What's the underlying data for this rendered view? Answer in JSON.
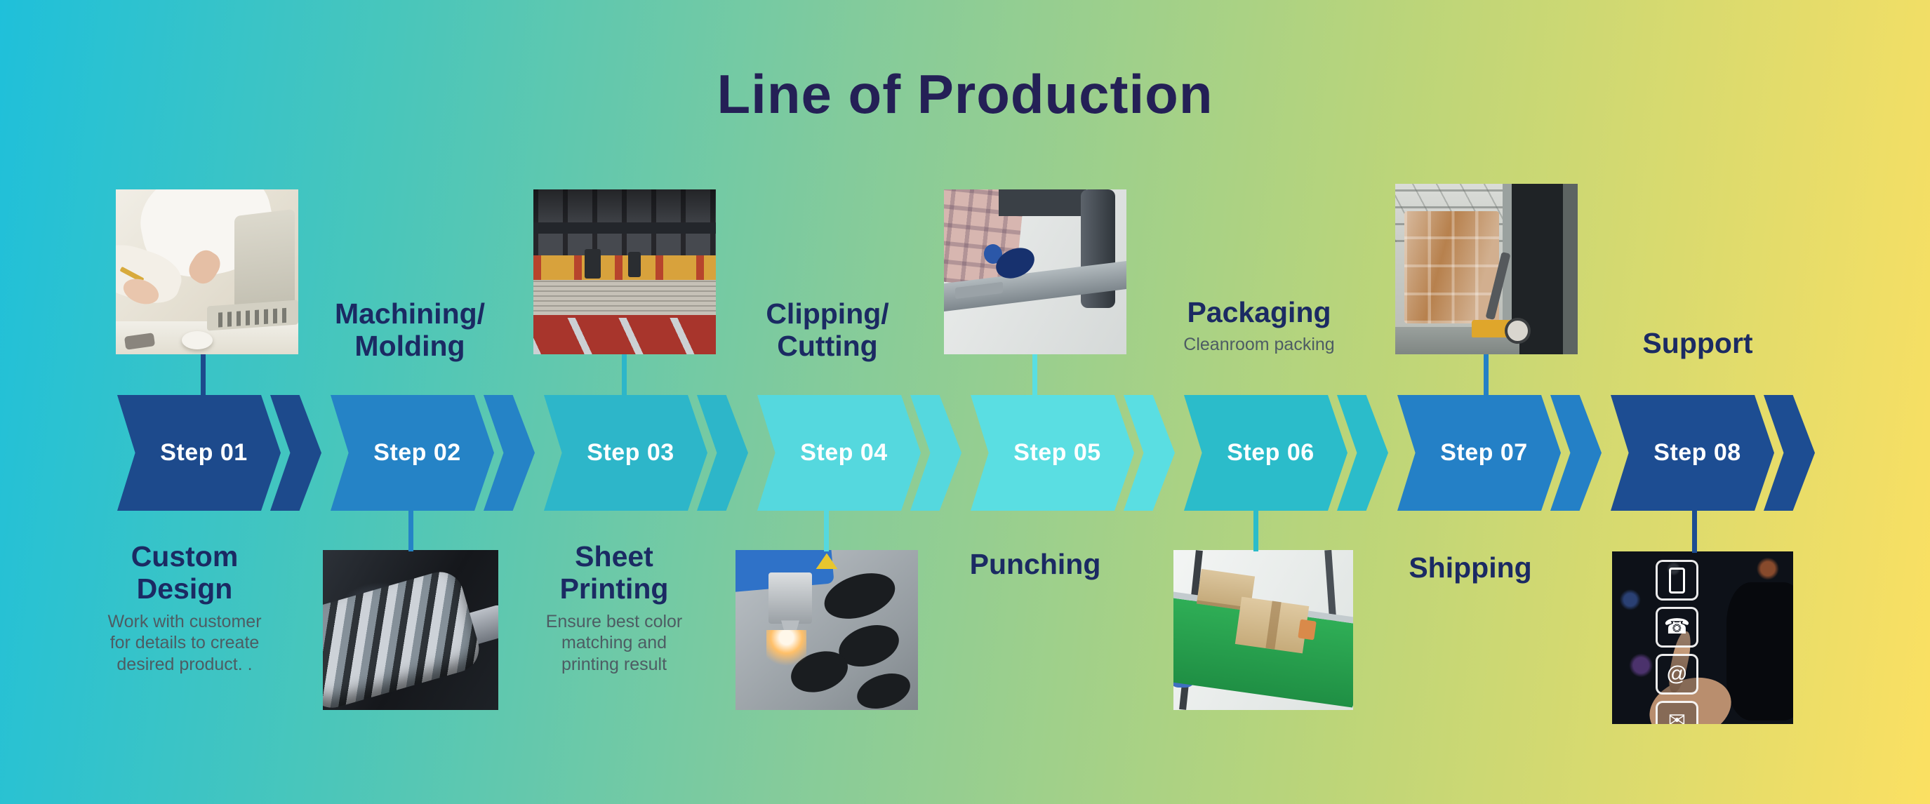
{
  "title": "Line of Production",
  "colors": {
    "background_left": "#1fc0da",
    "background_right": "#fbe062",
    "title_text": "#242056",
    "section_title": "#1b2a63",
    "subtext": "#4d5c63",
    "step_text": "#ffffff"
  },
  "steps": [
    {
      "label": "Step 01",
      "name": "Custom\nDesign",
      "description": "Work with customer for details to create desired product. .",
      "color": "#1d4a8c",
      "photo": "customer-design-desk-photo",
      "photo_position": "above"
    },
    {
      "label": "Step 02",
      "name": "Machining/\nMolding",
      "description": "",
      "color": "#2583c6",
      "photo": "machining-gear-photo",
      "photo_position": "below"
    },
    {
      "label": "Step 03",
      "name": "Sheet\nPrinting",
      "description": "Ensure best color matching  and printing result",
      "color": "#2db6c9",
      "photo": "printing-press-photo",
      "photo_position": "above"
    },
    {
      "label": "Step 04",
      "name": "Clipping/\nCutting",
      "description": "",
      "color": "#55d8de",
      "photo": "laser-cutting-photo",
      "photo_position": "below"
    },
    {
      "label": "Step 05",
      "name": "Punching",
      "description": "",
      "color": "#5adee2",
      "photo": "punching-machine-photo",
      "photo_position": "above"
    },
    {
      "label": "Step 06",
      "name": "Packaging",
      "description": "Cleanroom packing",
      "color": "#2bbcca",
      "photo": "conveyor-packing-photo",
      "photo_position": "below"
    },
    {
      "label": "Step 07",
      "name": "Shipping",
      "description": "",
      "color": "#2480c6",
      "photo": "pallet-shipping-photo",
      "photo_position": "above"
    },
    {
      "label": "Step 08",
      "name": "Support",
      "description": "",
      "color": "#1d4d92",
      "photo": "contact-support-photo",
      "photo_position": "below"
    }
  ],
  "support_icons": [
    "smartphone-icon",
    "phone-icon",
    "at-sign-icon",
    "envelope-icon"
  ]
}
